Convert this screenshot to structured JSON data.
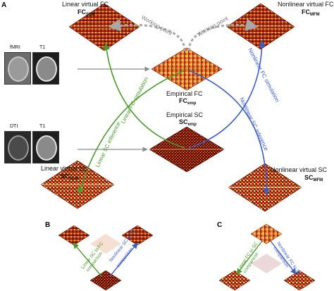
{
  "panels": {
    "A": "A",
    "B": "B",
    "C": "C"
  },
  "labels": {
    "fc_slm_title": "Linear virtual FC",
    "fc_slm_sym": "FC",
    "fc_slm_sub": "SLM",
    "fc_mfm_title": "Nonlinear virtual FC",
    "fc_mfm_sym": "FC",
    "fc_mfm_sub": "MFM",
    "fc_emp_title": "Empirical FC",
    "fc_emp_sym": "FC",
    "fc_emp_sub": "emp",
    "sc_emp_title": "Empirical SC",
    "sc_emp_sym": "SC",
    "sc_emp_sub": "emp",
    "sc_slm_title": "Linear virtual SC",
    "sc_slm_sym": "SC",
    "sc_slm_sub": "SLM",
    "sc_mfm_title": "Nonlinear virtual SC",
    "sc_mfm_sym": "SC",
    "sc_mfm_sub": "MFM",
    "working_point_left": "Working point",
    "working_point_right": "Working point",
    "linear_fc_sim": "Linear FC simulation",
    "linear_sc_inf": "Linear SC inference",
    "nonlinear_fc_sim": "Nonlinear FC simulation",
    "nonlinear_sc_inf": "Nonlinear SC inference",
    "mri_fmri": "fMRI",
    "mri_t1_top": "T1",
    "mri_dti": "DTI",
    "mri_t1_bottom": "T1",
    "b_left": "Linear SC to FC",
    "b_left2": "comparison",
    "b_right": "Nonlinear SC to FC",
    "b_right2": "comparison",
    "c_left": "Linear FC to SC",
    "c_left2": "comparison",
    "c_right": "Nonlinear FC to SC",
    "c_right2": "comparison"
  },
  "colors": {
    "linear": "#4a9a2c",
    "nonlinear": "#3a5ec8",
    "working_point": "#a8a8a8",
    "matrix_light": "#f6c15a",
    "matrix_mid": "#d2461c",
    "matrix_dark": "#7a1208",
    "arrow_gray": "#8c8c8c"
  }
}
